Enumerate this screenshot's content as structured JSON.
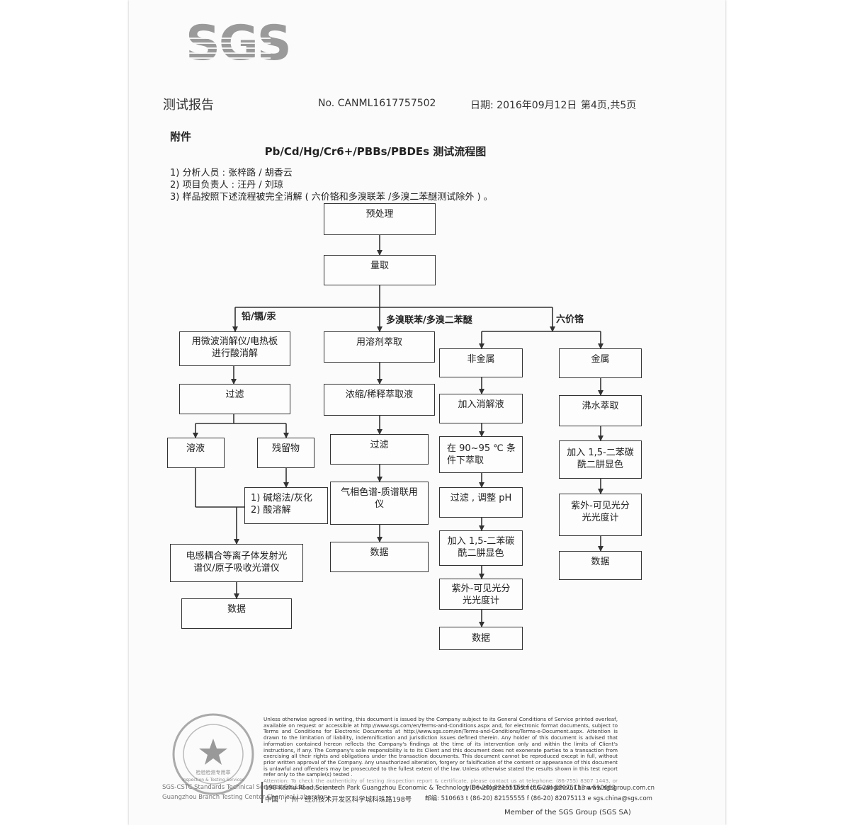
{
  "header": {
    "logo": "SGS",
    "report_label": "测试报告",
    "report_no": "No. CANML1617757502",
    "date": "日期: 2016年09月12日",
    "page": "第4页,共5页"
  },
  "section_label": "附件",
  "title": "Pb/Cd/Hg/Cr6+/PBBs/PBDEs 测试流程图",
  "notes": [
    "1) 分析人员 : 张梓路 / 胡香云",
    "2) 项目负责人 : 汪丹 / 刘琼",
    "3) 样品按照下述流程被完全消解 ( 六价铬和多溴联苯 /多溴二苯醚测试除外 ) 。"
  ],
  "flow": {
    "top": [
      "预处理",
      "量取"
    ],
    "branch_labels": {
      "metals": "铅/镉/汞",
      "flame": "多溴联苯/多溴二苯醚",
      "cr": "六价铬"
    },
    "metals": {
      "step1_a": "用微波消解仪/电热板",
      "step1_b": "进行酸消解",
      "filter": "过滤",
      "solution": "溶液",
      "residue": "残留物",
      "residue_a": "1) 碱熔法/灰化",
      "residue_b": "2) 酸溶解",
      "icp_a": "电感耦合等离子体发射光",
      "icp_b": "谱仪/原子吸收光谱仪",
      "data": "数据"
    },
    "flame": {
      "extract": "用溶剂萃取",
      "concentrate": "浓缩/稀释萃取液",
      "filter": "过滤",
      "gcms_a": "气相色谱-质谱联用",
      "gcms_b": "仪",
      "data": "数据"
    },
    "nonmetal": {
      "title": "非金属",
      "add": "加入消解液",
      "heat_a": "在  90~95 ℃ 条",
      "heat_b": "件下萃取",
      "filter": "过滤 , 调整 pH",
      "dpc_a": "加入 1,5-二苯碳",
      "dpc_b": "酰二肼显色",
      "uv_a": "紫外-可见光分",
      "uv_b": "光光度计",
      "data": "数据"
    },
    "metal": {
      "title": "金属",
      "boil": "沸水萃取",
      "dpc_a": "加入 1,5-二苯碳",
      "dpc_b": "酰二肼显色",
      "uv_a": "紫外-可见光分",
      "uv_b": "光光度计",
      "data": "数据"
    }
  },
  "footer": {
    "disclaimer": "Unless otherwise agreed in writing, this document is issued by the Company subject to its General Conditions of Service printed overleaf, available on request or accessible at http://www.sgs.com/en/Terms-and-Conditions.aspx and, for electronic format documents, subject to Terms and Conditions for Electronic Documents at http://www.sgs.com/en/Terms-and-Conditions/Terms-e-Document.aspx. Attention is drawn to the limitation of liability, indemnification and jurisdiction issues defined therein. Any holder of this document is advised that information contained hereon reflects the Company's findings at the time of its intervention only and within the limits of Client's instructions, if any. The Company's sole responsibility is to its Client and this document does not exonerate parties to a transaction from exercising all their rights and obligations under the transaction documents. This document cannot be reproduced except in full, without prior written approval of the Company. Any unauthorized alteration, forgery or falsification of the content or appearance of this document is unlawful and offenders may be prosecuted to the fullest extent of the law. Unless otherwise stated the results shown in this test report refer only to the sample(s) tested .",
    "attention": "Attention: To check the authenticity of testing /inspection report & certificate, please contact us at telephone: (86-755) 8307 1443, or email: CN.Doccheck@sgs.com",
    "addr_en_1": "198 Kezhu Road,Scientech Park Guangzhou Economic & Technology Development District,Guangzhou,China  510663",
    "addr_en_2": "t (86-20) 82155555   f (86-20) 82075113   www.sgsgroup.com.cn",
    "addr_cn_1": "中国 · 广州 · 经济技术开发区科学城科珠路198号",
    "addr_cn_2": "邮编: 510663   t (86-20) 82155555   f (86-20) 82075113   e sgs.china@sgs.com",
    "branch_1": "SGS-CSTC Standards Technical Services Co.,Ltd.",
    "branch_2": "Guangzhou Branch Testing Center Chemical Laboratory",
    "stamp_en_1": "Inspection & Testing Services",
    "stamp_cn": "检验检测专用章",
    "member": "Member of the SGS Group (SGS SA)"
  }
}
